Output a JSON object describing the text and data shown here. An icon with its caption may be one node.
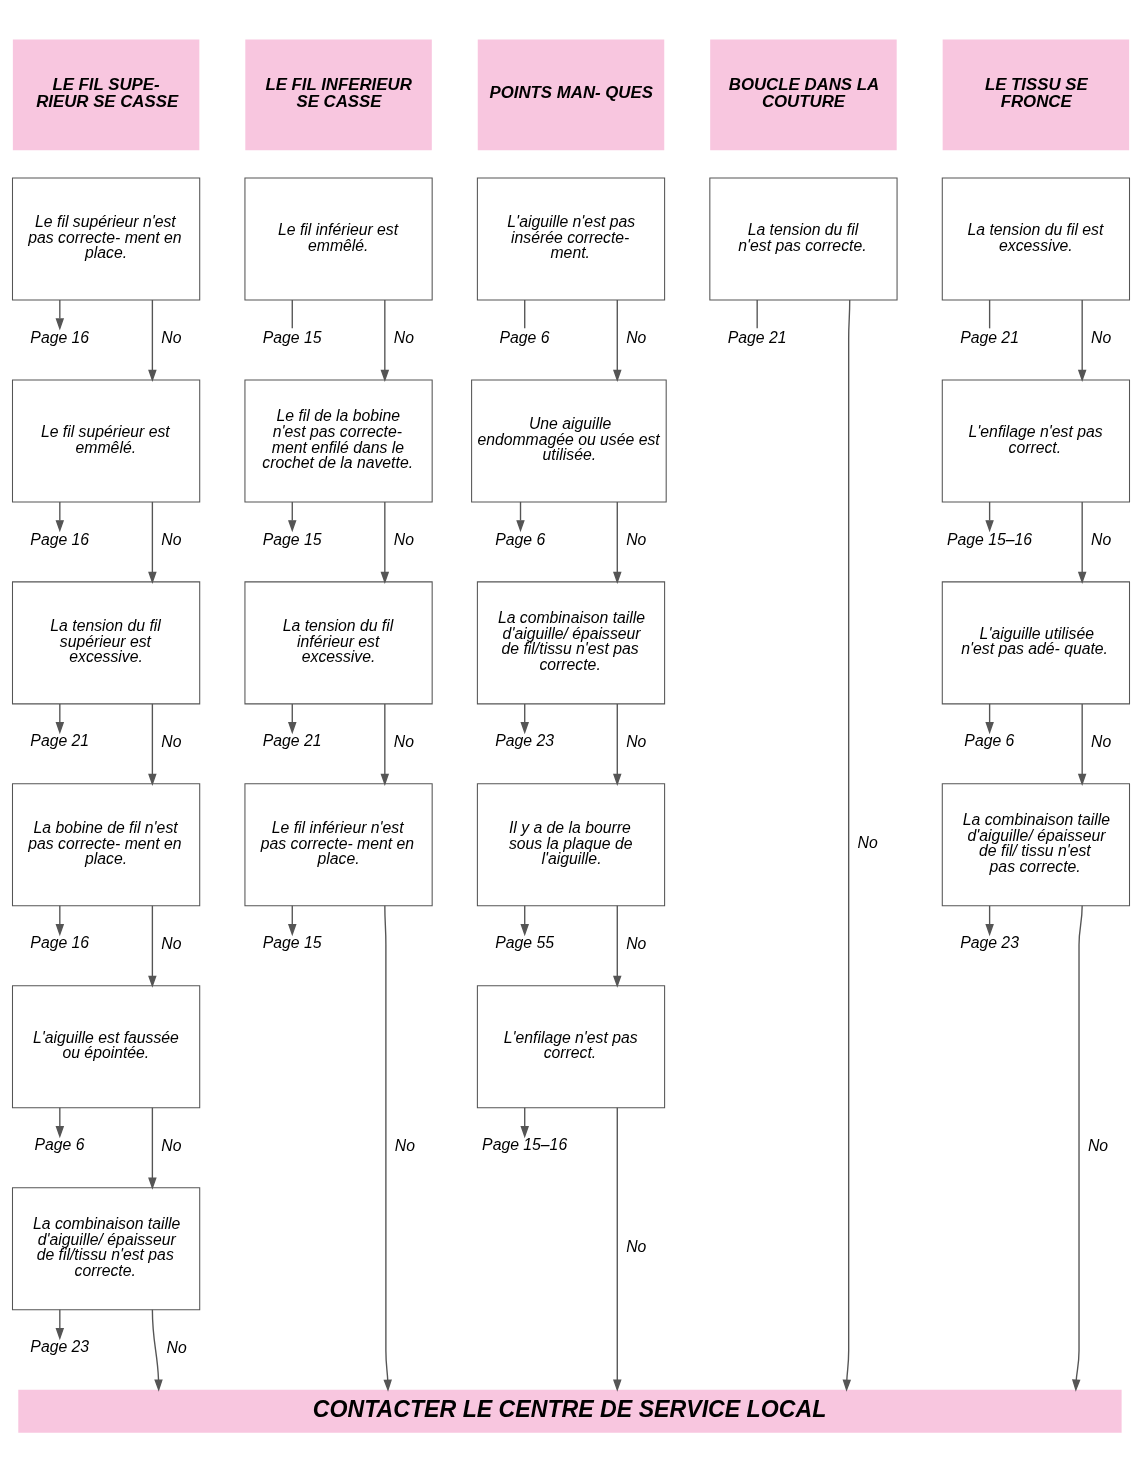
{
  "diagram": {
    "nodes": [
      {
        "text": [
          "LE FIL SUPE- RIEUR SE CASSE"
        ]
      },
      {
        "text": [
          "LE FIL INFERIEUR SE CASSE"
        ]
      },
      {
        "text": [
          "POINTS MAN- QUES"
        ]
      },
      {
        "text": [
          "BOUCLE DANS LA COUTURE"
        ]
      },
      {
        "text": [
          "LE TISSU SE FRONCE"
        ]
      },
      {
        "text": [
          "Le fil supérieur n'est pas correcte- ment en place."
        ]
      },
      {
        "text": [
          "Page 16"
        ]
      },
      {
        "text": [
          "Le fil supérieur est emmêlé."
        ]
      },
      {
        "text": [
          "Page 16"
        ]
      },
      {
        "text": [
          "La tension du fil supérieur est excessive."
        ]
      },
      {
        "text": [
          "Page 21"
        ]
      },
      {
        "text": [
          "La bobine de fil n'est pas correcte- ment en place."
        ]
      },
      {
        "text": [
          "Page 16"
        ]
      },
      {
        "text": [
          "L'aiguille est faussée ou épointée."
        ]
      },
      {
        "text": [
          "Page 6"
        ]
      },
      {
        "text": [
          "La combinaison taille d'aiguille/ épaisseur de fil/tissu n'est pas correcte."
        ]
      },
      {
        "text": [
          "Page 23"
        ]
      },
      {
        "text": [
          "Le fil inférieur est emmêlé."
        ]
      },
      {
        "text": [
          "Page 15"
        ]
      },
      {
        "text": [
          "Le fil de la bobine n'est pas correcte- ment enfilé dans le crochet de la navette."
        ]
      },
      {
        "text": [
          "Page 15"
        ]
      },
      {
        "text": [
          "La tension du fil inférieur est excessive."
        ]
      },
      {
        "text": [
          "Page 21"
        ]
      },
      {
        "text": [
          "Le fil inférieur n'est pas correcte- ment en place."
        ]
      },
      {
        "text": [
          "Page 15"
        ]
      },
      {
        "text": [
          "L'aiguille n'est pas insérée correcte- ment."
        ]
      },
      {
        "text": [
          "Page 6"
        ]
      },
      {
        "text": [
          "Une aiguille endommagée ou usée est utilisée."
        ]
      },
      {
        "text": [
          "Page 6"
        ]
      },
      {
        "text": [
          "La combinaison taille d'aiguille/ épaisseur de fil/tissu n'est pas correcte."
        ]
      },
      {
        "text": [
          "Page 23"
        ]
      },
      {
        "text": [
          "Il y a de la bourre sous la plaque de l'aiguille."
        ]
      },
      {
        "text": [
          "Page 55"
        ]
      },
      {
        "text": [
          "L'enfilage n'est pas correct."
        ]
      },
      {
        "text": [
          "Page 15–16"
        ]
      },
      {
        "text": [
          "La tension du fil n'est pas correcte."
        ]
      },
      {
        "text": [
          "Page 21"
        ]
      },
      {
        "text": [
          "La tension du fil est excessive."
        ]
      },
      {
        "text": [
          "Page 21"
        ]
      },
      {
        "text": [
          "L'enfilage n'est pas correct."
        ]
      },
      {
        "text": [
          "Page 15–16"
        ]
      },
      {
        "text": [
          "L'aiguille utilisée n'est pas adé- quate."
        ]
      },
      {
        "text": [
          "Page 6"
        ]
      },
      {
        "text": [
          "La combinaison taille d'aiguille/ épaisseur de fil/ tissu n'est pas correcte."
        ]
      },
      {
        "text": [
          "Page 23"
        ]
      },
      {
        "text": [
          "CONTACTER LE CENTRE DE SERVICE LOCAL"
        ]
      }
    ],
    "edges": [
      {
        "from": 5,
        "to": 6,
        "arrow": "to"
      },
      {
        "from": 5,
        "to": 7,
        "arrow": "to",
        "label": "No"
      },
      {
        "from": 7,
        "to": 8,
        "arrow": "to"
      },
      {
        "from": 7,
        "to": 9,
        "arrow": "to",
        "label": "No"
      },
      {
        "from": 9,
        "to": 10,
        "arrow": "to"
      },
      {
        "from": 9,
        "to": 11,
        "arrow": "to",
        "label": "No"
      },
      {
        "from": 11,
        "to": 12,
        "arrow": "to"
      },
      {
        "from": 11,
        "to": 13,
        "arrow": "to",
        "label": "No"
      },
      {
        "from": 13,
        "to": 14,
        "arrow": "to"
      },
      {
        "from": 13,
        "to": 15,
        "arrow": "to",
        "label": "No"
      },
      {
        "from": 15,
        "to": 16,
        "arrow": "to"
      },
      {
        "from": 15,
        "to": 45,
        "arrow": "to",
        "label": "No"
      },
      {
        "from": 17,
        "to": 18,
        "arrow": "none"
      },
      {
        "from": 17,
        "to": 19,
        "arrow": "to",
        "label": "No"
      },
      {
        "from": 19,
        "to": 20,
        "arrow": "to"
      },
      {
        "from": 19,
        "to": 21,
        "arrow": "to",
        "label": "No"
      },
      {
        "from": 21,
        "to": 22,
        "arrow": "to"
      },
      {
        "from": 21,
        "to": 23,
        "arrow": "to",
        "label": "No"
      },
      {
        "from": 23,
        "to": 24,
        "arrow": "to"
      },
      {
        "from": 23,
        "to": 45,
        "arrow": "to",
        "label": "No"
      },
      {
        "from": 25,
        "to": 26,
        "arrow": "none"
      },
      {
        "from": 25,
        "to": 27,
        "arrow": "to",
        "label": "No"
      },
      {
        "from": 27,
        "to": 28,
        "arrow": "to"
      },
      {
        "from": 27,
        "to": 29,
        "arrow": "to",
        "label": "No"
      },
      {
        "from": 29,
        "to": 30,
        "arrow": "to"
      },
      {
        "from": 29,
        "to": 31,
        "arrow": "to",
        "label": "No"
      },
      {
        "from": 31,
        "to": 32,
        "arrow": "to"
      },
      {
        "from": 31,
        "to": 33,
        "arrow": "to",
        "label": "No"
      },
      {
        "from": 33,
        "to": 34,
        "arrow": "to"
      },
      {
        "from": 33,
        "to": 45,
        "arrow": "to",
        "label": "No"
      },
      {
        "from": 35,
        "to": 36,
        "arrow": "none"
      },
      {
        "from": 35,
        "to": 45,
        "arrow": "to",
        "label": "No"
      },
      {
        "from": 37,
        "to": 38,
        "arrow": "none"
      },
      {
        "from": 37,
        "to": 39,
        "arrow": "to",
        "label": "No"
      },
      {
        "from": 39,
        "to": 40,
        "arrow": "to"
      },
      {
        "from": 39,
        "to": 41,
        "arrow": "to",
        "label": "No"
      },
      {
        "from": 41,
        "to": 42,
        "arrow": "to"
      },
      {
        "from": 41,
        "to": 43,
        "arrow": "to",
        "label": "No"
      },
      {
        "from": 43,
        "to": 44,
        "arrow": "to"
      },
      {
        "from": 43,
        "to": 45,
        "arrow": "to",
        "label": "No"
      }
    ]
  }
}
